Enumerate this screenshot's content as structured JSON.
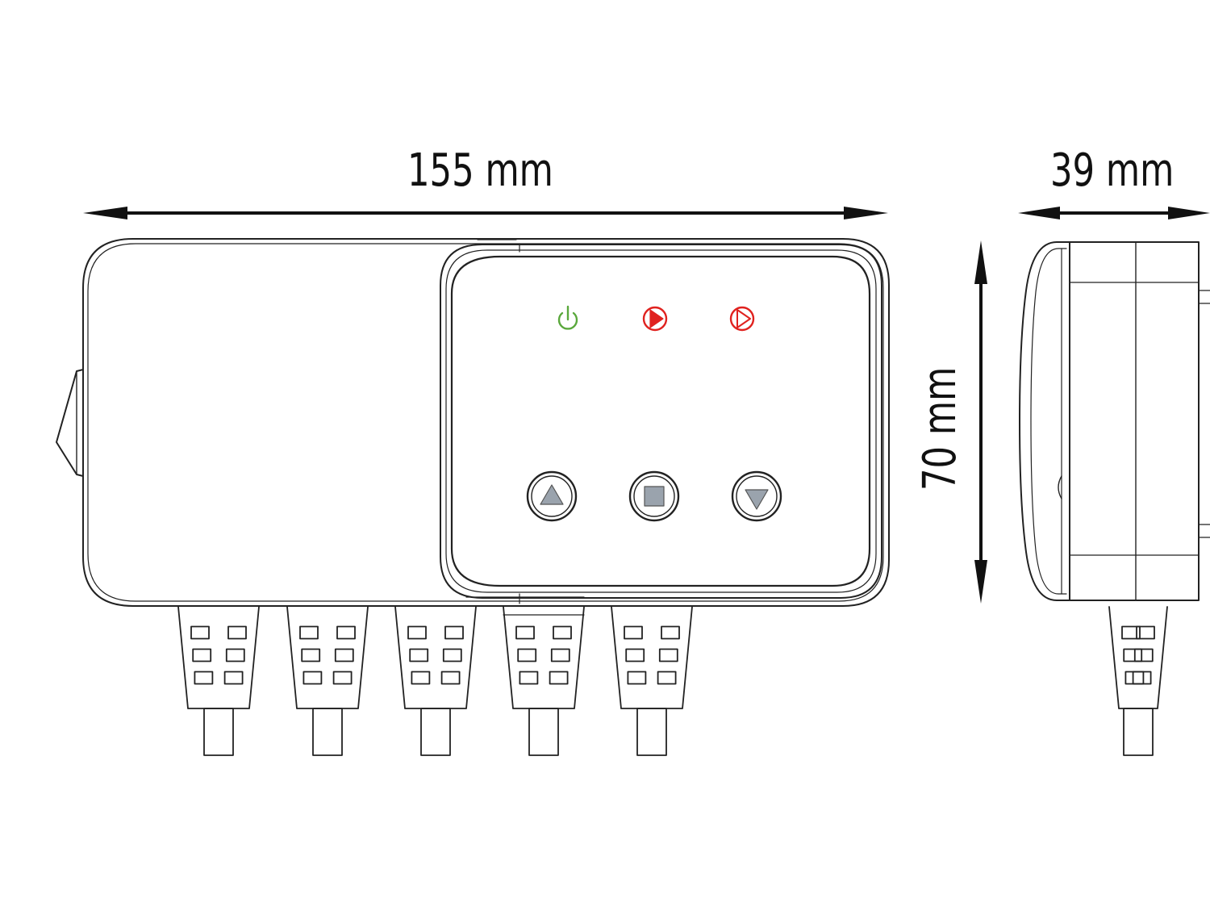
{
  "dimensions": {
    "width": "155 mm",
    "depth": "39 mm",
    "height": "70 mm"
  },
  "colors": {
    "outline": "#222222",
    "power_led": "#5aa83c",
    "pump_led": "#e0221f",
    "button_fill": "#9aa3ad",
    "background": "#ffffff"
  },
  "icons": {
    "power": "power-icon",
    "pump_1": "pump-icon",
    "pump_2": "pump-icon",
    "button_up": "triangle-up-icon",
    "button_ok": "square-icon",
    "button_down": "triangle-down-icon"
  }
}
